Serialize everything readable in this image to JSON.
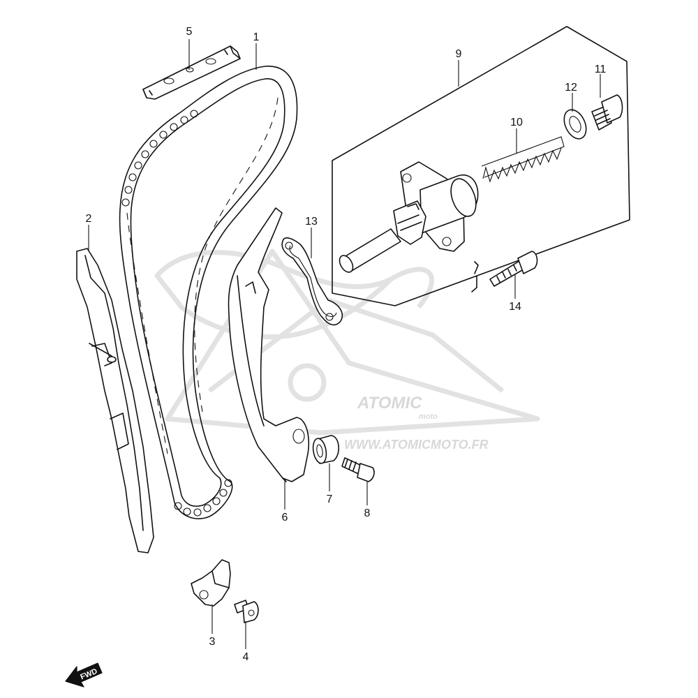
{
  "watermark": {
    "brand": "ATOMIC",
    "sub": "moto",
    "url": "WWW.ATOMICMOTO.FR"
  },
  "fwd_label": "FWD",
  "parts": [
    {
      "id": "1",
      "name": "camshaft-drive-chain"
    },
    {
      "id": "2",
      "name": "chain-guide"
    },
    {
      "id": "3",
      "name": "guide-stopper"
    },
    {
      "id": "4",
      "name": "bolt"
    },
    {
      "id": "5",
      "name": "upper-chain-guide"
    },
    {
      "id": "6",
      "name": "tensioner-guide"
    },
    {
      "id": "7",
      "name": "bushing"
    },
    {
      "id": "8",
      "name": "bolt"
    },
    {
      "id": "9",
      "name": "tensioner-assembly"
    },
    {
      "id": "10",
      "name": "spring"
    },
    {
      "id": "11",
      "name": "cap-bolt"
    },
    {
      "id": "12",
      "name": "gasket-washer"
    },
    {
      "id": "13",
      "name": "tensioner-gasket"
    },
    {
      "id": "14",
      "name": "bolt"
    }
  ],
  "colors": {
    "line": "#111111",
    "watermark": "#e2e2e2",
    "background": "#ffffff"
  }
}
